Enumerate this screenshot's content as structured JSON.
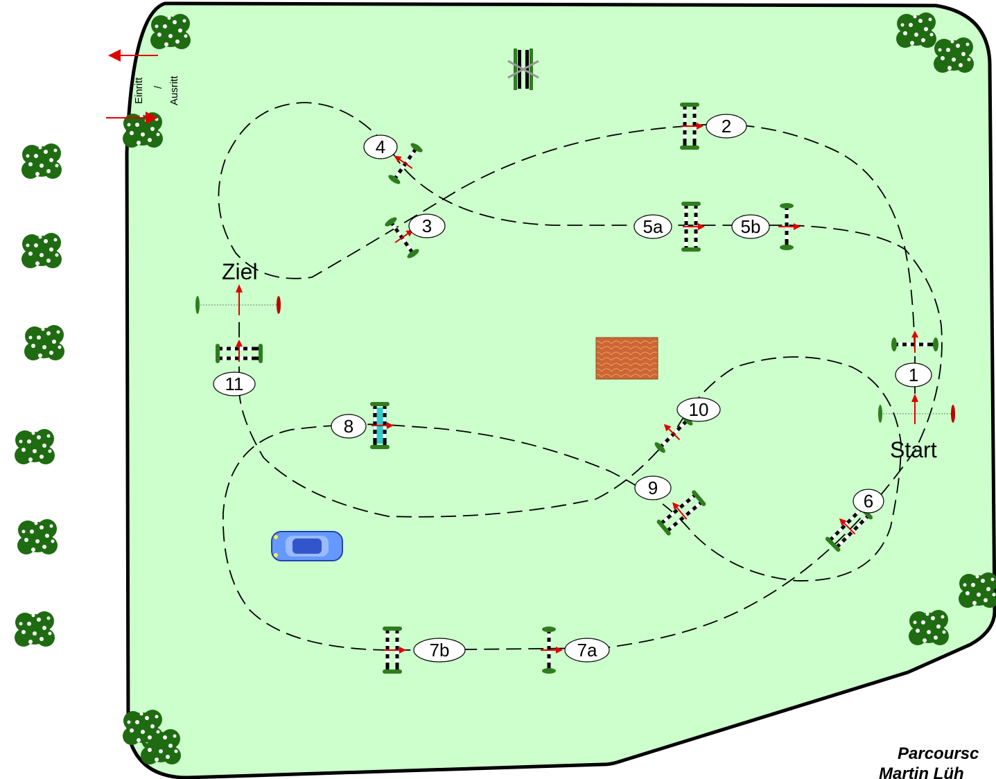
{
  "colors": {
    "arena_fill": "#ccffcc",
    "arena_border": "#000000",
    "route": "#000000",
    "pole": "#000000",
    "stand": "#2e7d1e",
    "arrow": "#e00000",
    "water": "#33cccc",
    "hay": "#cc6633",
    "bush_dark": "#1f6b12",
    "bush_light": "#ffffff",
    "car": "#6699ff"
  },
  "entrance": {
    "einritt": "Einritt",
    "separator": "/",
    "ausritt": "Ausritt"
  },
  "labels": {
    "ziel": "Ziel",
    "start": "Start"
  },
  "obstacles": [
    {
      "id": "1",
      "kind": "vertical"
    },
    {
      "id": "2",
      "kind": "oxer"
    },
    {
      "id": "3",
      "kind": "vertical"
    },
    {
      "id": "4",
      "kind": "vertical"
    },
    {
      "id": "5a",
      "kind": "oxer"
    },
    {
      "id": "5b",
      "kind": "vertical"
    },
    {
      "id": "6",
      "kind": "oxer"
    },
    {
      "id": "7a",
      "kind": "vertical"
    },
    {
      "id": "7b",
      "kind": "oxer"
    },
    {
      "id": "8",
      "kind": "water-oxer"
    },
    {
      "id": "9",
      "kind": "oxer"
    },
    {
      "id": "10",
      "kind": "vertical"
    },
    {
      "id": "11",
      "kind": "oxer"
    }
  ],
  "extra_jump": {
    "kind": "unused-oxer",
    "crossed_out": true
  },
  "credit": {
    "line1": "Parcoursc",
    "line2": "Martin Lüh"
  }
}
